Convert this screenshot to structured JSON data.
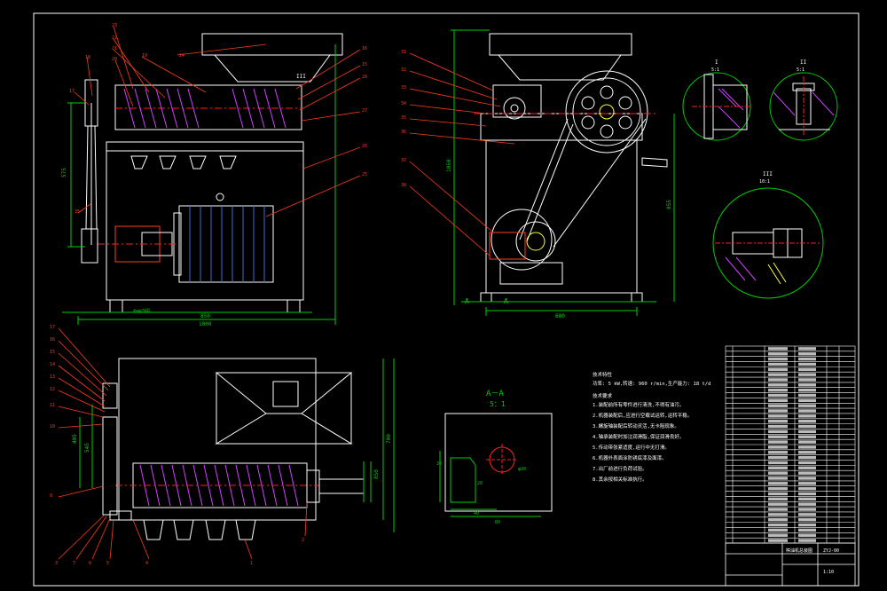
{
  "colors": {
    "background": "#000000",
    "frame": "#ffffff",
    "outline": "#ffffff",
    "leader": "#ff3b1f",
    "dimension": "#00d000",
    "center": "#ff2020",
    "hatch": "#d040ff",
    "shade": "#3b6bd0",
    "accent": "#00e0e0",
    "yellow": "#ffff40"
  },
  "front_view": {
    "callouts_top": [
      "23",
      "22",
      "21",
      "20",
      "19",
      "18",
      "17",
      "24",
      "16",
      "15",
      "28",
      "27",
      "26",
      "25",
      "35"
    ],
    "section_mark": "III",
    "dims": {
      "height": "575",
      "width_inner": "850",
      "width_total": "1000",
      "foot": "4xφ20孔"
    }
  },
  "side_view": {
    "callouts": [
      "31",
      "32",
      "33",
      "34",
      "35",
      "36",
      "37",
      "38"
    ],
    "dims": {
      "height": "1050",
      "width": "680",
      "right_height": "855"
    },
    "markers": {
      "left": "A",
      "right": "A"
    }
  },
  "details": {
    "detail_1": {
      "label": "I",
      "scale": "5:1"
    },
    "detail_2": {
      "label": "II",
      "scale": "5:1"
    },
    "detail_3": {
      "label": "III",
      "scale": "10:1"
    }
  },
  "top_view": {
    "callouts_left": [
      "17",
      "16",
      "15",
      "14",
      "13",
      "12",
      "11",
      "10",
      "9"
    ],
    "callouts_bottom": [
      "3",
      "7",
      "6",
      "5",
      "4",
      "2",
      "1"
    ],
    "dims": {
      "h1": "405",
      "h2": "545",
      "total": "700",
      "width": "850"
    }
  },
  "section_aa": {
    "title": "A－A",
    "scale": "5：1",
    "dims": {
      "left": "30",
      "mid": "20",
      "bottom": "80",
      "b2": "40",
      "hole": "φ20"
    }
  },
  "tech_notes": {
    "title": "技术特性",
    "spec": "功率: 5 kW,转速: 960 r/min,生产能力: 18 t/d",
    "req_title": "技术要求",
    "lines": [
      "1.装配前所有零件进行清洗,不得有油污。",
      "2.机器装配后,应进行空载试运转,运转平稳。",
      "3.螺旋轴装配后转动灵活,无卡阻现象。",
      "4.轴承装配时加注润滑脂,保证润滑良好。",
      "5.传动带张紧适度,运行中无打滑。",
      "6.机器外表面涂防锈底漆及面漆。",
      "7.出厂前进行负荷试验。",
      "8.其余按相关标准执行。"
    ]
  },
  "title_block": {
    "name": "榨油机总装图",
    "code": "ZYJ-00",
    "scale_label": "1:10"
  }
}
